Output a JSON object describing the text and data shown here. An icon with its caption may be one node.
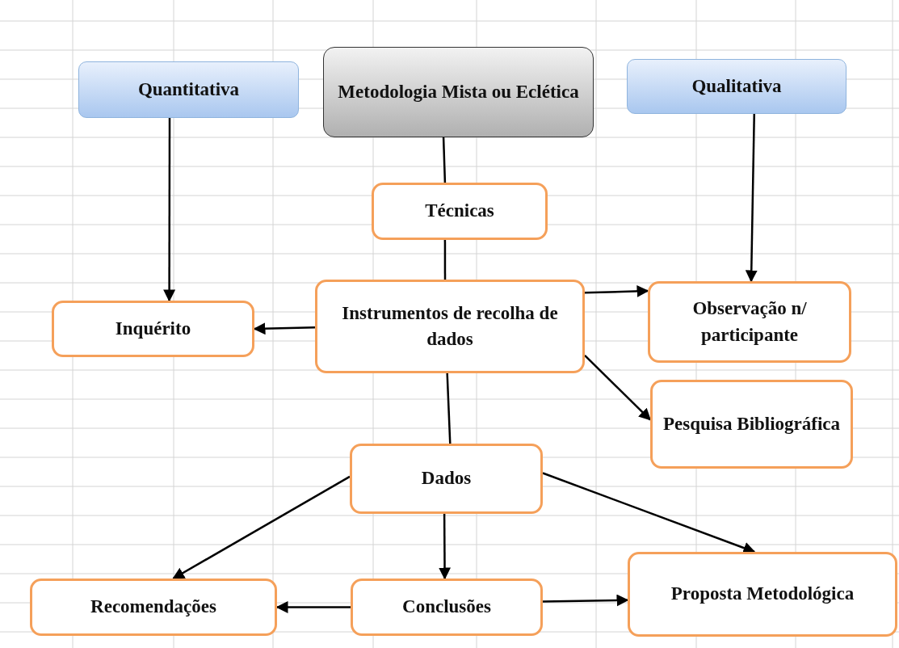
{
  "diagram": {
    "nodes": [
      {
        "text": [
          "Quantitativa"
        ]
      },
      {
        "text": [
          "Metodologia Mista ou Eclética"
        ]
      },
      {
        "text": [
          "Qualitativa"
        ]
      },
      {
        "text": [
          "Técnicas"
        ]
      },
      {
        "text": [
          "Inquérito"
        ]
      },
      {
        "text": [
          "Instrumentos de recolha de dados"
        ]
      },
      {
        "text": [
          "Observação n/ participante"
        ]
      },
      {
        "text": [
          "Pesquisa Bibliográfica"
        ]
      },
      {
        "text": [
          "Dados"
        ]
      },
      {
        "text": [
          "Recomendações"
        ]
      },
      {
        "text": [
          "Conclusões"
        ]
      },
      {
        "text": [
          "Proposta Metodológica"
        ]
      }
    ],
    "edges": [
      {
        "from": 1,
        "to": 3,
        "arrow": "none"
      },
      {
        "from": 0,
        "to": 4,
        "arrow": "to"
      },
      {
        "from": 3,
        "to": 5,
        "arrow": "none"
      },
      {
        "from": 2,
        "to": 6,
        "arrow": "to"
      },
      {
        "from": 5,
        "to": 4,
        "arrow": "to"
      },
      {
        "from": 5,
        "to": 6,
        "arrow": "to"
      },
      {
        "from": 5,
        "to": 7,
        "arrow": "to"
      },
      {
        "from": 5,
        "to": 8,
        "arrow": "none"
      },
      {
        "from": 8,
        "to": 9,
        "arrow": "to"
      },
      {
        "from": 8,
        "to": 10,
        "arrow": "to"
      },
      {
        "from": 8,
        "to": 11,
        "arrow": "to"
      },
      {
        "from": 10,
        "to": 9,
        "arrow": "to"
      },
      {
        "from": 10,
        "to": 11,
        "arrow": "to"
      }
    ]
  }
}
